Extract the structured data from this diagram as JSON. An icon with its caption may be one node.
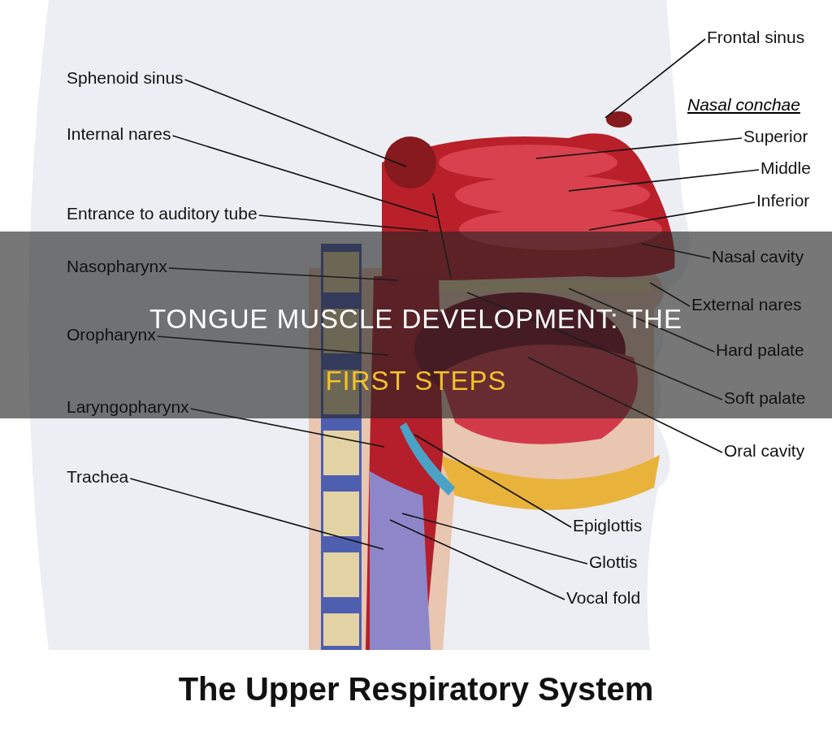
{
  "diagram": {
    "title": "TONGUE MUSCLE DEVELOPMENT: THE FIRST STEPS",
    "caption": "The Upper Respiratory System",
    "nodes": [
      {
        "text": [
          "Sphenoid sinus"
        ]
      },
      {
        "text": [
          "Internal nares"
        ]
      },
      {
        "text": [
          "Entrance to auditory tube"
        ]
      },
      {
        "text": [
          "Nasopharynx"
        ]
      },
      {
        "text": [
          "Oropharynx"
        ]
      },
      {
        "text": [
          "Laryngopharynx"
        ]
      },
      {
        "text": [
          "Trachea"
        ]
      },
      {
        "text": [
          "Frontal sinus"
        ]
      },
      {
        "text": [
          "Superior"
        ]
      },
      {
        "text": [
          "Middle"
        ]
      },
      {
        "text": [
          "Inferior"
        ]
      },
      {
        "text": [
          "Nasal cavity"
        ]
      },
      {
        "text": [
          "External nares"
        ]
      },
      {
        "text": [
          "Hard palate"
        ]
      },
      {
        "text": [
          "Soft palate"
        ]
      },
      {
        "text": [
          "Oral cavity"
        ]
      },
      {
        "text": [
          "Epiglottis"
        ]
      },
      {
        "text": [
          "Glottis"
        ]
      },
      {
        "text": [
          "Vocal fold"
        ]
      }
    ],
    "edges": [
      {
        "from": 0,
        "to": null,
        "arrow": "none"
      },
      {
        "from": 1,
        "to": null,
        "arrow": "none"
      },
      {
        "from": 2,
        "to": null,
        "arrow": "none"
      },
      {
        "from": 3,
        "to": null,
        "arrow": "none"
      },
      {
        "from": 4,
        "to": null,
        "arrow": "none"
      },
      {
        "from": 5,
        "to": null,
        "arrow": "none"
      },
      {
        "from": 6,
        "to": null,
        "arrow": "none"
      },
      {
        "from": 7,
        "to": null,
        "arrow": "none"
      },
      {
        "from": 8,
        "to": null,
        "arrow": "none"
      },
      {
        "from": 9,
        "to": null,
        "arrow": "none"
      },
      {
        "from": 10,
        "to": null,
        "arrow": "none"
      },
      {
        "from": 11,
        "to": null,
        "arrow": "none"
      },
      {
        "from": 12,
        "to": null,
        "arrow": "none"
      },
      {
        "from": 13,
        "to": null,
        "arrow": "none"
      },
      {
        "from": 14,
        "to": null,
        "arrow": "none"
      },
      {
        "from": 15,
        "to": null,
        "arrow": "none"
      },
      {
        "from": 16,
        "to": null,
        "arrow": "none"
      },
      {
        "from": 17,
        "to": null,
        "arrow": "none"
      },
      {
        "from": 18,
        "to": null,
        "arrow": "none"
      }
    ],
    "labels": [
      "Nasal conchae"
    ]
  }
}
